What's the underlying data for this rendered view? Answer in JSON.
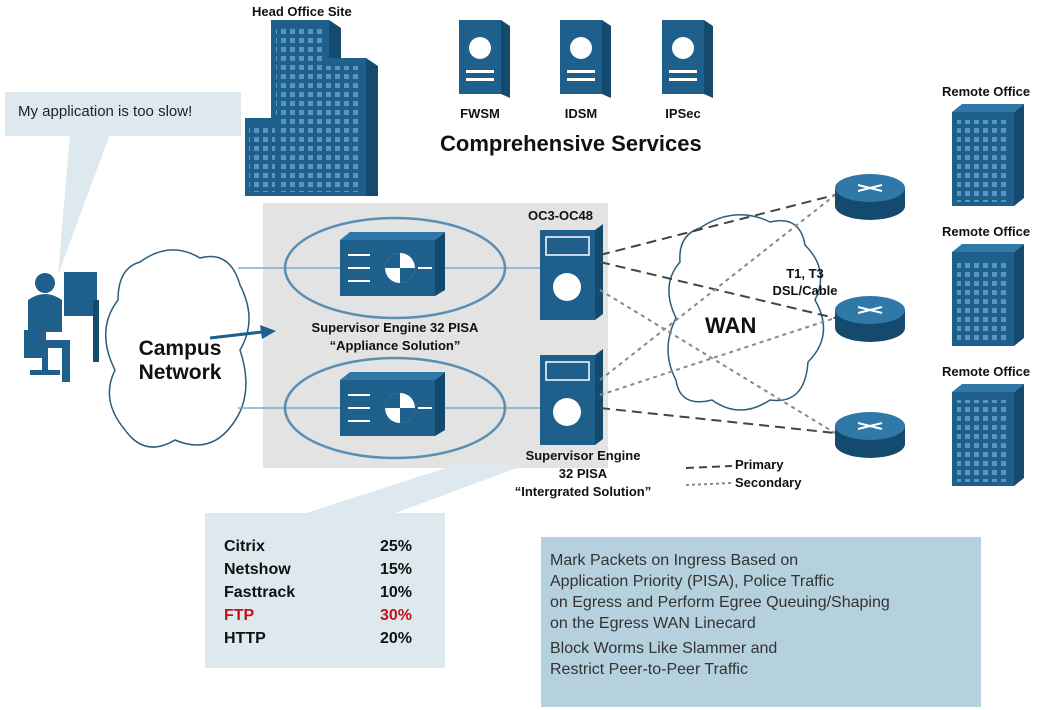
{
  "speech_bubble": "My application is too slow!",
  "head_office": {
    "title": "Head Office Site"
  },
  "services": {
    "title": "Comprehensive Services",
    "items": [
      "FWSM",
      "IDSM",
      "IPSec"
    ]
  },
  "campus": {
    "line1": "Campus",
    "line2": "Network"
  },
  "appliance": {
    "line1": "Supervisor Engine 32 PISA",
    "line2": "“Appliance Solution”"
  },
  "oc_label": "OC3-OC48",
  "integrated": {
    "line1": "Supervisor Engine",
    "line2": "32 PISA",
    "line3": "“Intergrated Solution”"
  },
  "wan": {
    "title": "WAN",
    "link_line1": "T1, T3",
    "link_line2": "DSL/Cable"
  },
  "remote_offices": [
    "Remote Office",
    "Remote Office",
    "Remote Office"
  ],
  "legend": {
    "primary": "Primary",
    "secondary": "Secondary"
  },
  "stats": [
    {
      "name": "Citrix",
      "value": "25%",
      "highlight": false
    },
    {
      "name": "Netshow",
      "value": "15%",
      "highlight": false
    },
    {
      "name": "Fasttrack",
      "value": "10%",
      "highlight": false
    },
    {
      "name": "FTP",
      "value": "30%",
      "highlight": true
    },
    {
      "name": "HTTP",
      "value": "20%",
      "highlight": false
    }
  ],
  "note": {
    "para1": "Mark Packets on Ingress Based on\nApplication Priority (PISA), Police Traffic\non Egress and Perform Egree Queuing/Shaping\non the Egress WAN Linecard",
    "para2": "Block Worms Like Slammer and\nRestrict Peer-to-Peer Traffic"
  },
  "colors": {
    "icon_blue": "#1f5f8b",
    "icon_dark": "#134a6e",
    "cloud_stroke": "#2b5d7d",
    "panel_grey": "#e3e3e3",
    "ellipse_stroke": "#5b8fb1",
    "highlight_red": "#c0141c",
    "dashed_grey": "#555555"
  }
}
